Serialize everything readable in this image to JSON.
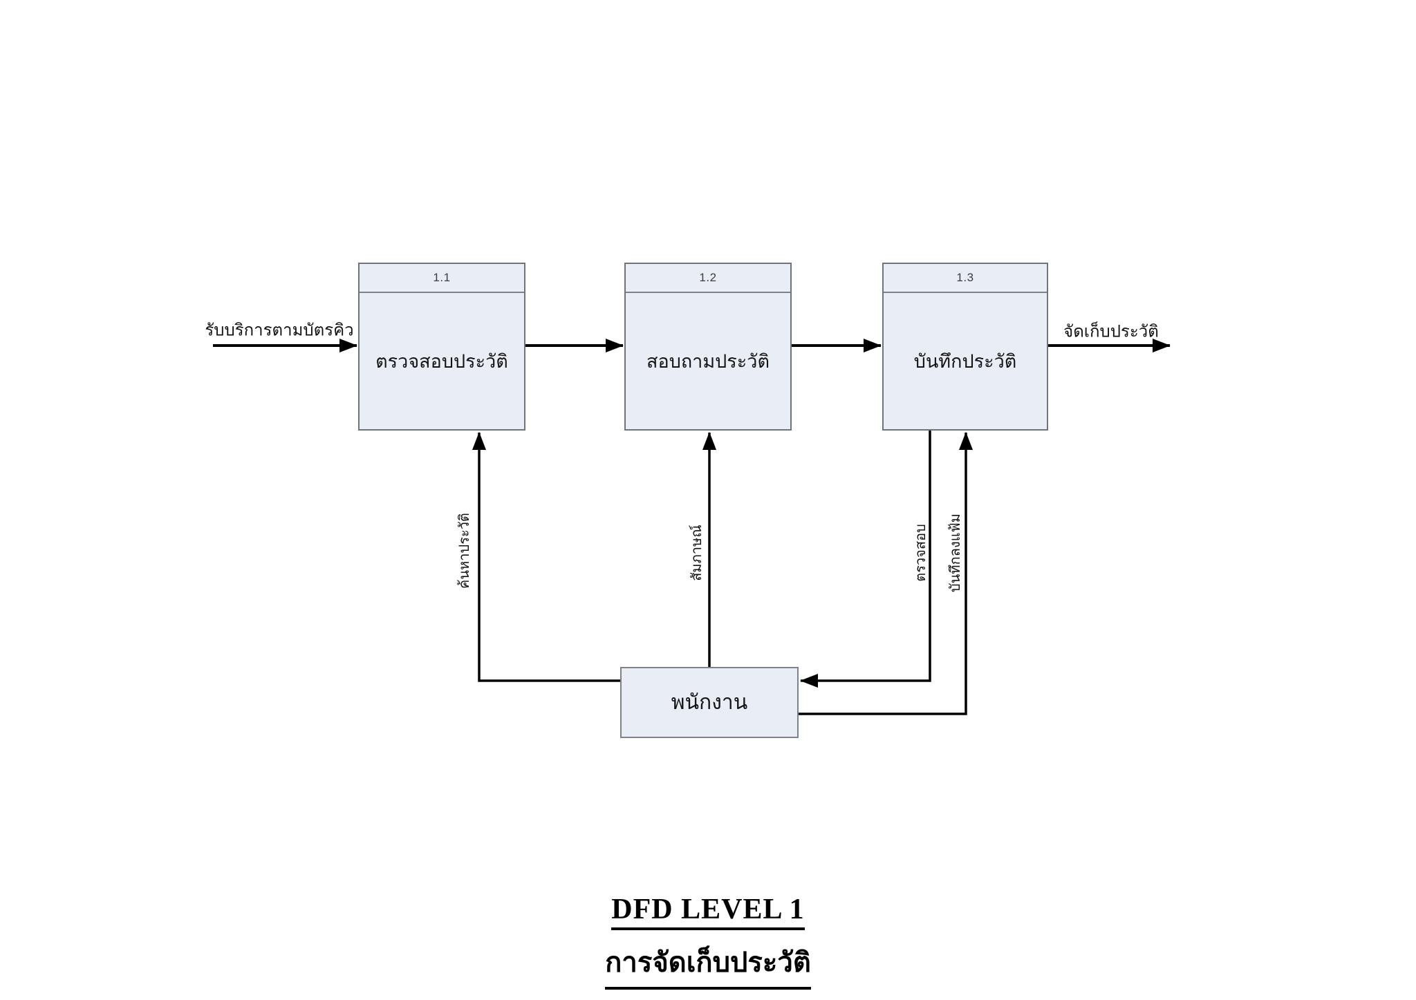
{
  "diagram": {
    "kind": "data-flow-diagram",
    "title_line1": "DFD LEVEL 1",
    "title_line2": "การจัดเก็บประวัติ",
    "processes": [
      {
        "id": "1.1",
        "label": "ตรวจสอบประวัติ"
      },
      {
        "id": "1.2",
        "label": "สอบถามประวัติ"
      },
      {
        "id": "1.3",
        "label": "บันทึกประวัติ"
      }
    ],
    "entities": [
      {
        "label": "พนักงาน"
      }
    ],
    "flows": [
      {
        "label": "รับบริการตามบัตรคิว",
        "from": "external",
        "to": "1.1",
        "direction": "right"
      },
      {
        "label": "",
        "from": "1.1",
        "to": "1.2",
        "direction": "right"
      },
      {
        "label": "",
        "from": "1.2",
        "to": "1.3",
        "direction": "right"
      },
      {
        "label": "จัดเก็บประวัติ",
        "from": "1.3",
        "to": "external",
        "direction": "right"
      },
      {
        "label": "ค้นหาประวัติ",
        "from": "พนักงาน",
        "to": "1.1",
        "direction": "up"
      },
      {
        "label": "สัมภาษณ์",
        "from": "พนักงาน",
        "to": "1.2",
        "direction": "up"
      },
      {
        "label": "ตรวจสอบ",
        "from": "1.3",
        "to": "พนักงาน",
        "direction": "left"
      },
      {
        "label": "บันทึกลงแฟ้ม",
        "from": "พนักงาน",
        "to": "1.3",
        "direction": "up"
      }
    ],
    "colors": {
      "background": "#ffffff",
      "box_fill": "#e9edf5",
      "box_border": "#6f7478",
      "line": "#000000",
      "text": "#141414"
    }
  }
}
